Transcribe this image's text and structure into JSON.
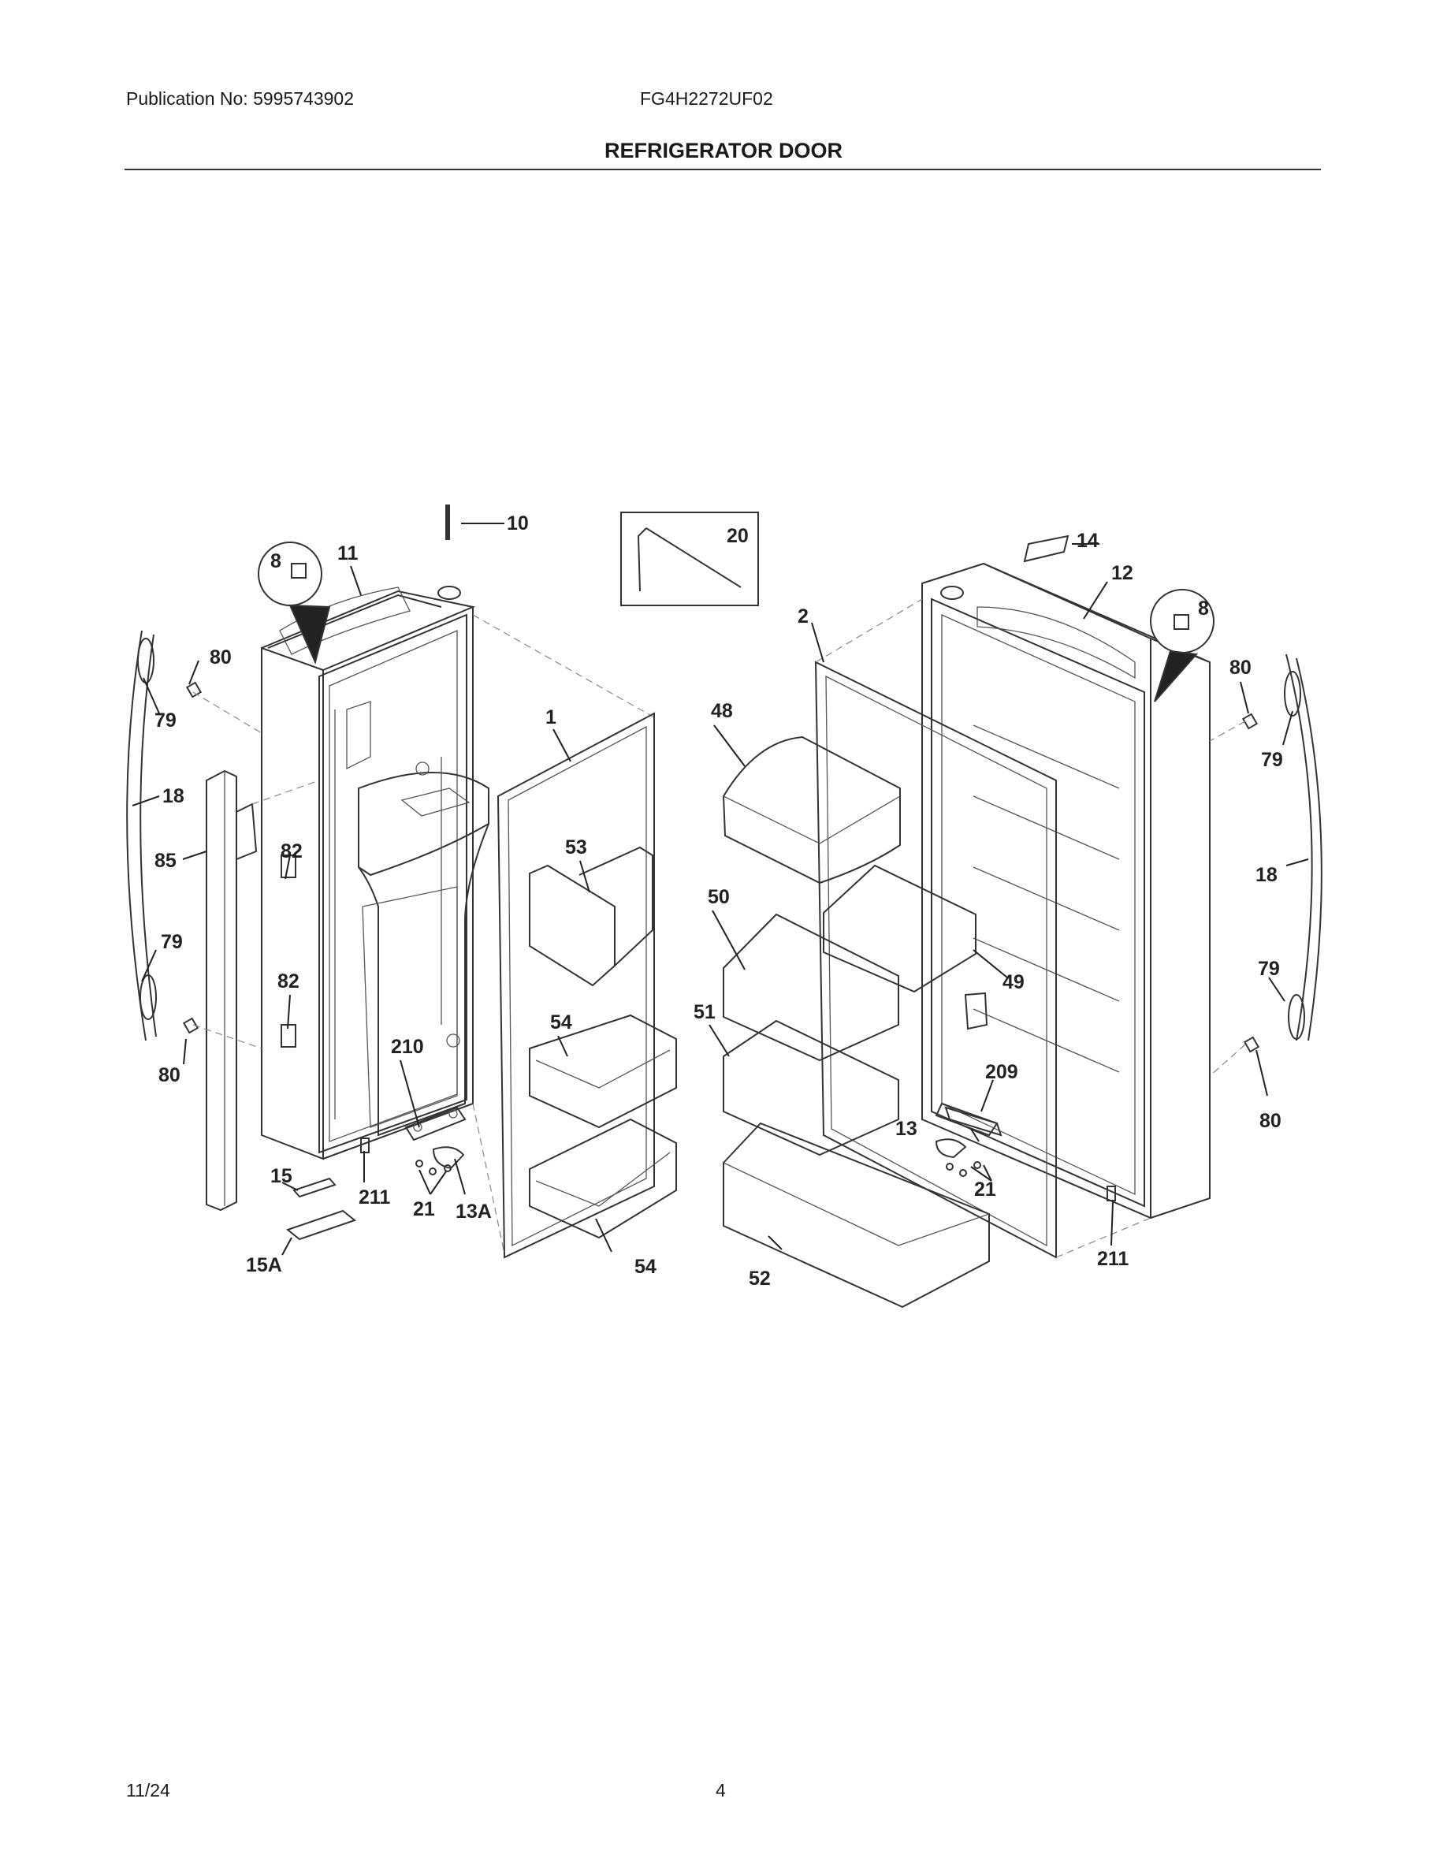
{
  "header": {
    "publication": "Publication No: 5995743902",
    "model": "FG4H2272UF02",
    "title": "REFRIGERATOR DOOR"
  },
  "footer": {
    "date": "11/24",
    "page_number": "4"
  },
  "callouts": {
    "c1": "1",
    "c2": "2",
    "c8a": "8",
    "c8b": "8",
    "c10": "10",
    "c11": "11",
    "c12": "12",
    "c13": "13",
    "c13A": "13A",
    "c14": "14",
    "c15": "15",
    "c15A": "15A",
    "c18a": "18",
    "c18b": "18",
    "c20": "20",
    "c21a": "21",
    "c21b": "21",
    "c48": "48",
    "c49": "49",
    "c50": "50",
    "c51": "51",
    "c52": "52",
    "c53": "53",
    "c54a": "54",
    "c54b": "54",
    "c79a": "79",
    "c79b": "79",
    "c79c": "79",
    "c79d": "79",
    "c80a": "80",
    "c80b": "80",
    "c80c": "80",
    "c80d": "80",
    "c82a": "82",
    "c82b": "82",
    "c85": "85",
    "c209": "209",
    "c210": "210",
    "c211a": "211",
    "c211b": "211"
  }
}
